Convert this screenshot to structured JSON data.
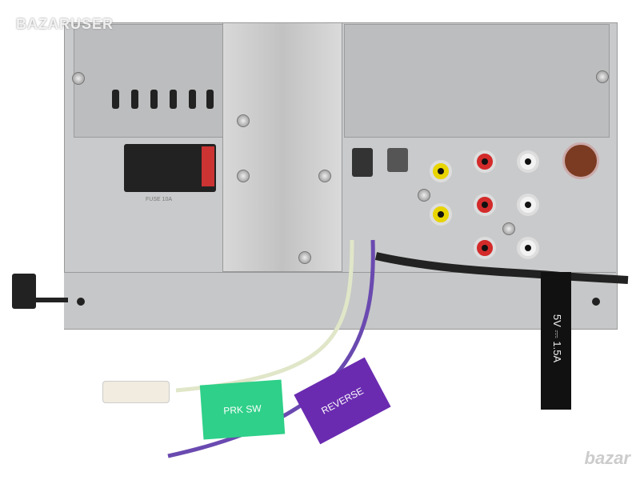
{
  "watermark": "BAZARUSER",
  "logo": "bazar",
  "fuse_label": "FUSE 10A",
  "tags": {
    "parking": "PRK SW",
    "reverse": "REVERSE",
    "usb_rating": "5V ⎓ 1.5A"
  },
  "colors": {
    "parking_tag": "#2fd089",
    "reverse_tag": "#6a2bb0",
    "video_jack": "#e8d400",
    "audio_red": "#d32a2a",
    "audio_white": "#f2f2f2",
    "aux_brown": "#7a3b22"
  }
}
